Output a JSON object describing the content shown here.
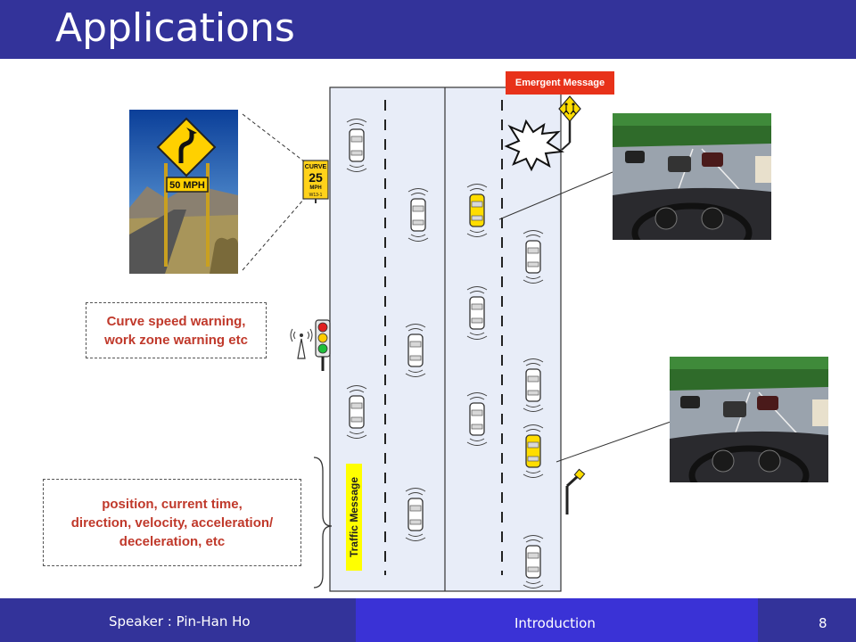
{
  "slide": {
    "title": "Applications",
    "footer": {
      "speaker": "Speaker : Pin-Han Ho",
      "section": "Introduction",
      "page": "8"
    }
  },
  "sign_photo": {
    "speed_text": "50 MPH"
  },
  "curve_sign": {
    "top": "CURVE",
    "number": "25",
    "unit": "MPH",
    "code": "W13-1"
  },
  "callouts": {
    "infrastructure": {
      "line1": "Curve speed warning,",
      "line2": "work zone warning etc"
    },
    "vehicle": {
      "line1": "position, current time,",
      "line2": "direction, velocity, acceleration/",
      "line3": "deceleration, etc"
    }
  },
  "messages": {
    "emergent": "Emergent Message",
    "traffic": "Traffic Message"
  },
  "colors": {
    "title_bar": "#33339a",
    "footer_mid": "#3a32d6",
    "road": "#e8edf8",
    "car_normal": "#ffffff",
    "car_alert": "#ffdd00",
    "callout_text": "#c0392b",
    "emergent_badge": "#e8321a",
    "traffic_badge": "#ffff00"
  }
}
